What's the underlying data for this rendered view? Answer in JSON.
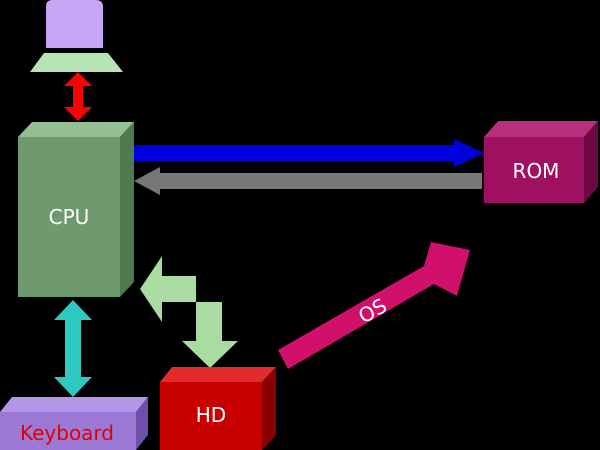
{
  "nodes": {
    "cpu": {
      "label": "CPU"
    },
    "rom": {
      "label": "ROM"
    },
    "hd": {
      "label": "HD"
    },
    "keyboard": {
      "label": "Keyboard"
    },
    "monitor": {
      "label": ""
    }
  },
  "edges": {
    "hd_to_rom": {
      "label": "OS"
    }
  },
  "colors": {
    "background": "#000000",
    "cpu_face": "#6f9a6f",
    "rom_face": "#a01060",
    "hd_face": "#c80000",
    "keyboard_face": "#9d79d6",
    "keyboard_label": "#e00000",
    "monitor_screen": "#c7a4f4",
    "monitor_base": "#b7e4b4",
    "arrow_monitor_cpu": "#ff0000",
    "arrow_cpu_rom": "#0000dd",
    "arrow_rom_cpu": "#777777",
    "arrow_cpu_hd": "#a8dca0",
    "arrow_cpu_keyboard": "#2ec9c1",
    "arrow_os": "#d0106a"
  }
}
